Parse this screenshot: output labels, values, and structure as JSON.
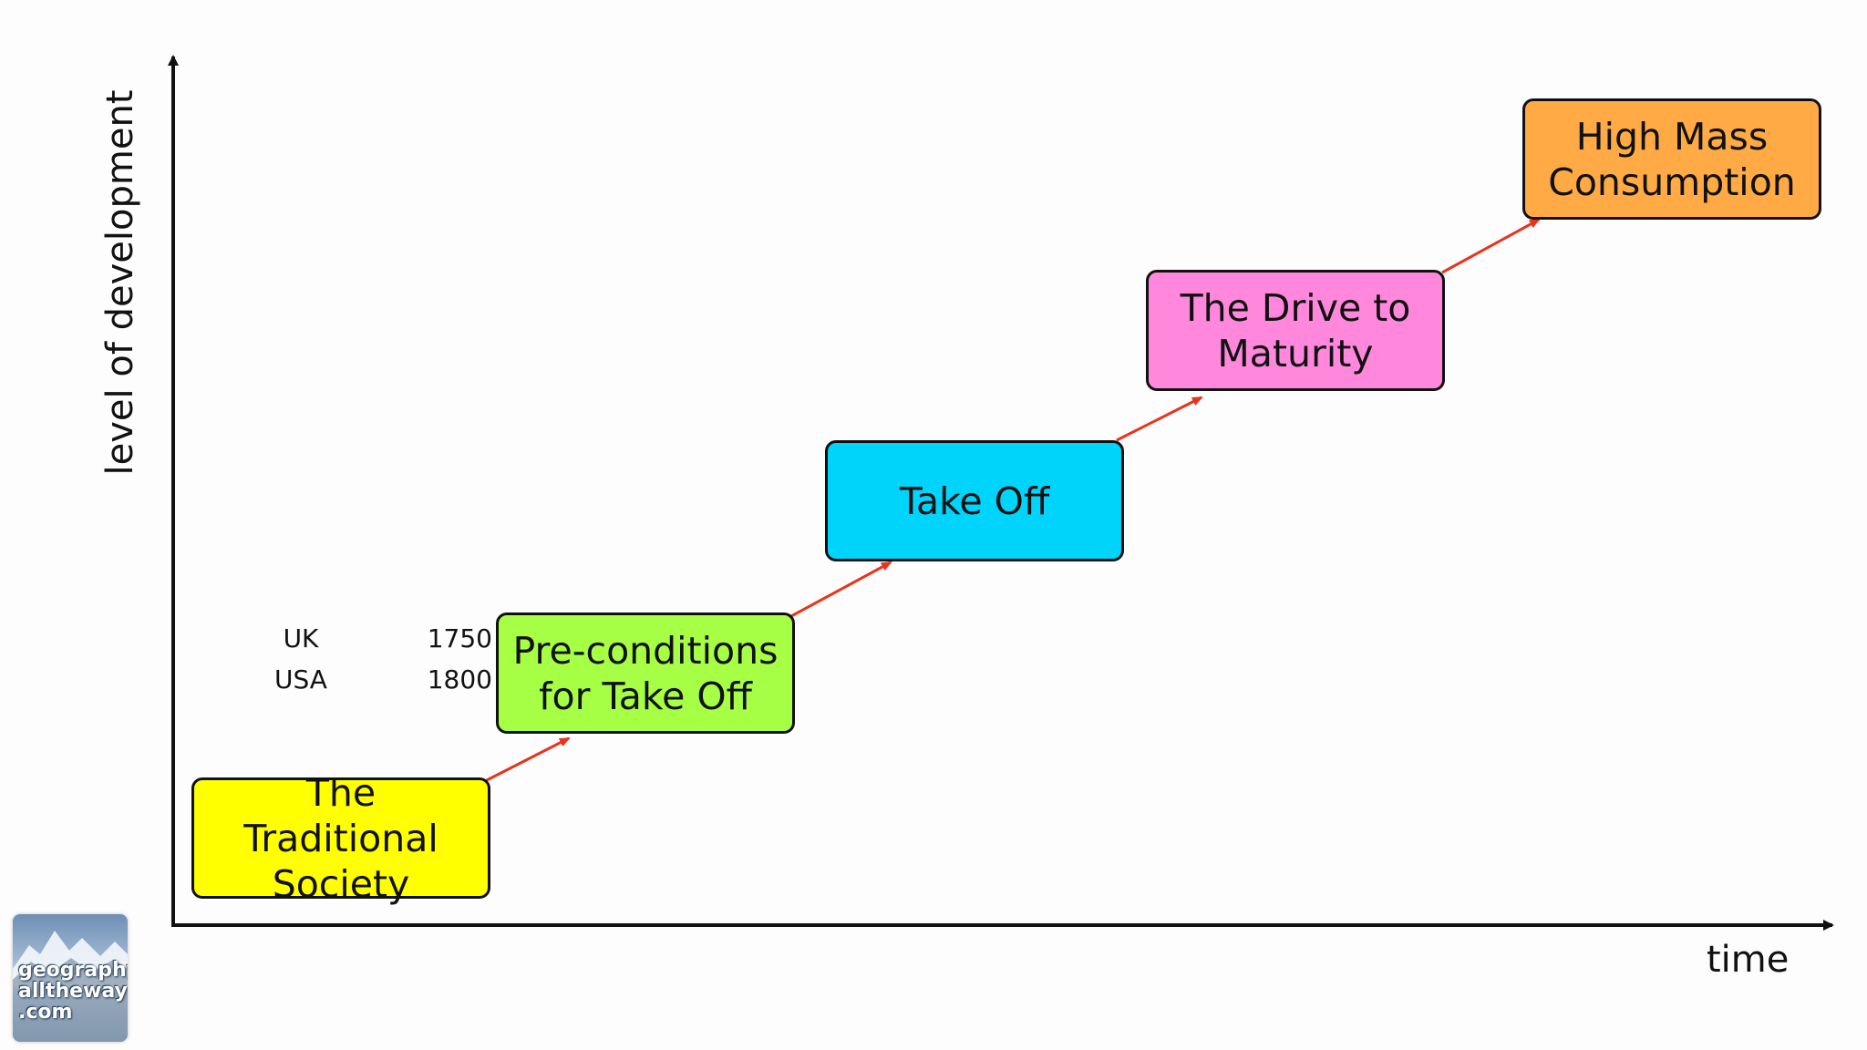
{
  "axes": {
    "y_label": "level of development",
    "x_label": "time"
  },
  "stages": [
    {
      "line1": "The Traditional",
      "line2": "Society",
      "color": "#ffff00"
    },
    {
      "line1": "Pre-conditions",
      "line2": "for Take Off",
      "color": "#a6ff44"
    },
    {
      "line1": "Take Off",
      "line2": "",
      "color": "#00d4fa"
    },
    {
      "line1": "The Drive to",
      "line2": "Maturity",
      "color": "#ff88dd"
    },
    {
      "line1": "High Mass",
      "line2": "Consumption",
      "color": "#ffaa44"
    }
  ],
  "dates": [
    {
      "country": "UK",
      "year": "1750"
    },
    {
      "country": "USA",
      "year": "1800"
    }
  ],
  "logo": {
    "line1": "geography",
    "line2": "alltheway",
    "line3": ".com"
  },
  "colors": {
    "arrow": "#e8341c",
    "axis": "#111111"
  }
}
